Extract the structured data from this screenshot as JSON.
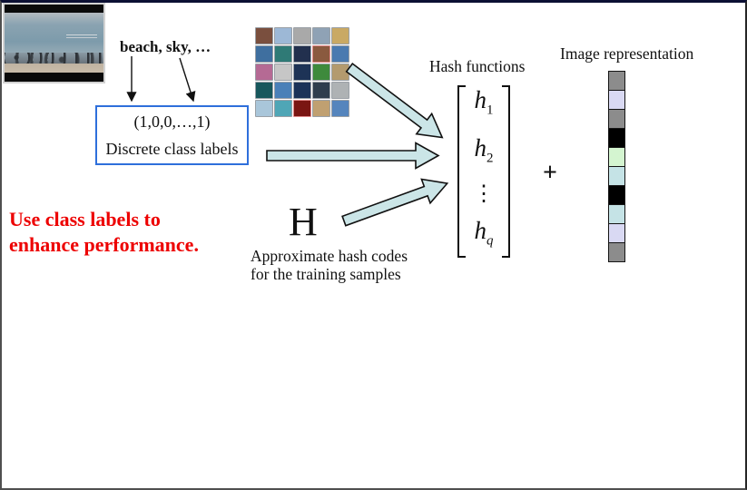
{
  "slide": {
    "photo": {
      "alt": "beach scene with sea, rocks and sand, letterboxed"
    },
    "tags_label": "beach, sky, …",
    "label_box": {
      "vector": "(1,0,0,…,1)",
      "caption": "Discrete class labels",
      "border_color": "#2e6fdb"
    },
    "collage": {
      "default_border": "#9aa0a6",
      "tiles": [
        {
          "c": "#7a4f3e"
        },
        {
          "c": "#9db8d6"
        },
        {
          "c": "#a9a9a9"
        },
        {
          "c": "#8fa2b5"
        },
        {
          "c": "#c9a964"
        },
        {
          "c": "#3f6f9f"
        },
        {
          "c": "#2f7a76"
        },
        {
          "c": "#22304e"
        },
        {
          "c": "#8a5a3f",
          "b": "#e08a8a"
        },
        {
          "c": "#4a7ab0"
        },
        {
          "c": "#b56a94"
        },
        {
          "c": "#c6c6c6"
        },
        {
          "c": "#1d3356"
        },
        {
          "c": "#3e8a3c"
        },
        {
          "c": "#b39a6e"
        },
        {
          "c": "#17575c"
        },
        {
          "c": "#4a80b8"
        },
        {
          "c": "#1b3258"
        },
        {
          "c": "#2e3d4d"
        },
        {
          "c": "#aeb2b4"
        },
        {
          "c": "#a9c6da"
        },
        {
          "c": "#4fa6b6"
        },
        {
          "c": "#7a1512",
          "b": "#e08a8a"
        },
        {
          "c": "#c0a071"
        },
        {
          "c": "#5585bd"
        }
      ]
    },
    "highlight": {
      "line1": "Use class labels to",
      "line2": "enhance performance.",
      "color": "#ed0000"
    },
    "hash_codes": {
      "symbol": "H",
      "caption_line1": "Approximate hash codes",
      "caption_line2": "for the training samples"
    },
    "hash_functions": {
      "label": "Hash functions",
      "entries": [
        {
          "base": "h",
          "sub": "1"
        },
        {
          "base": "h",
          "sub": "2"
        },
        {
          "base": "⋮",
          "sub": ""
        },
        {
          "base": "h",
          "sub": "q"
        }
      ]
    },
    "plus_sign": "+",
    "image_representation": {
      "label": "Image representation",
      "cells": [
        "#8c8c8c",
        "#d9d9f3",
        "#8c8c8c",
        "#000000",
        "#d4f5d0",
        "#c5e3e6",
        "#000000",
        "#c5e3e6",
        "#d9d9f3",
        "#8c8c8c"
      ]
    },
    "arrow_color": "#cbe5e7",
    "arrow_stroke": "#111111"
  }
}
